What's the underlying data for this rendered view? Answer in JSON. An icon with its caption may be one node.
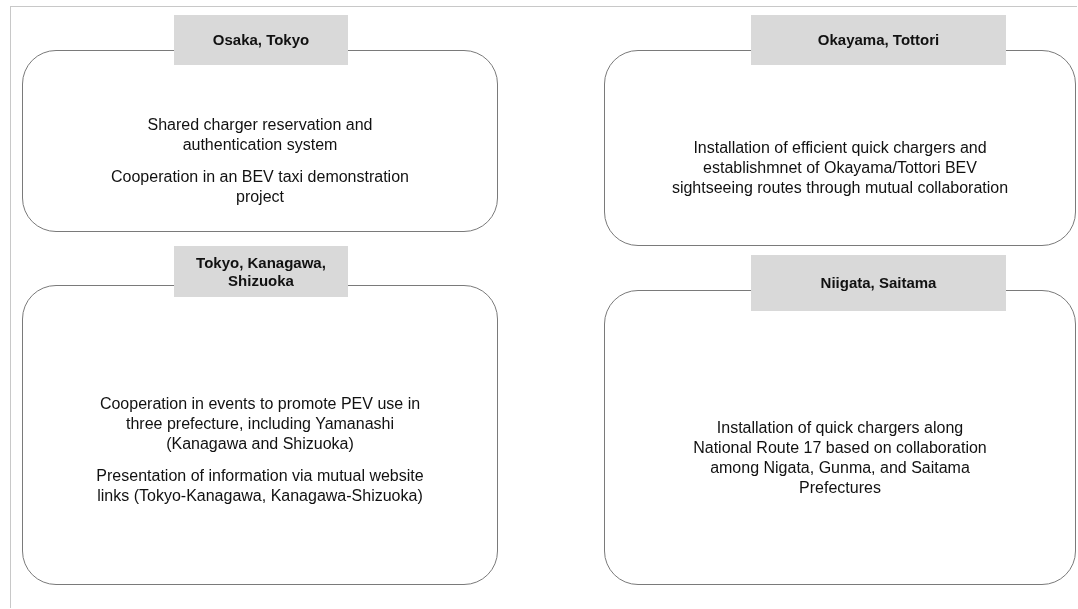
{
  "diagram": {
    "nodes": [
      {
        "text": [
          "Osaka, Tokyo",
          "Shared charger reservation and authentication system",
          "Cooperation in an BEV taxi demonstration project"
        ]
      },
      {
        "text": [
          "Okayama, Tottori",
          "Installation of efficient quick chargers and establishmnet of Okayama/Tottori BEV sightseeing routes through mutual collaboration"
        ]
      },
      {
        "text": [
          "Tokyo, Kanagawa, Shizuoka",
          "Cooperation in events to promote PEV use in three prefecture, including Yamanashi (Kanagawa and Shizuoka)",
          "Presentation of information via mutual website links (Tokyo-Kanagawa, Kanagawa-Shizuoka)"
        ]
      },
      {
        "text": [
          "Niigata, Saitama",
          "Installation of quick chargers along National Route 17 based on collaboration among Nigata, Gunma, and Saitama Prefectures"
        ]
      }
    ]
  }
}
